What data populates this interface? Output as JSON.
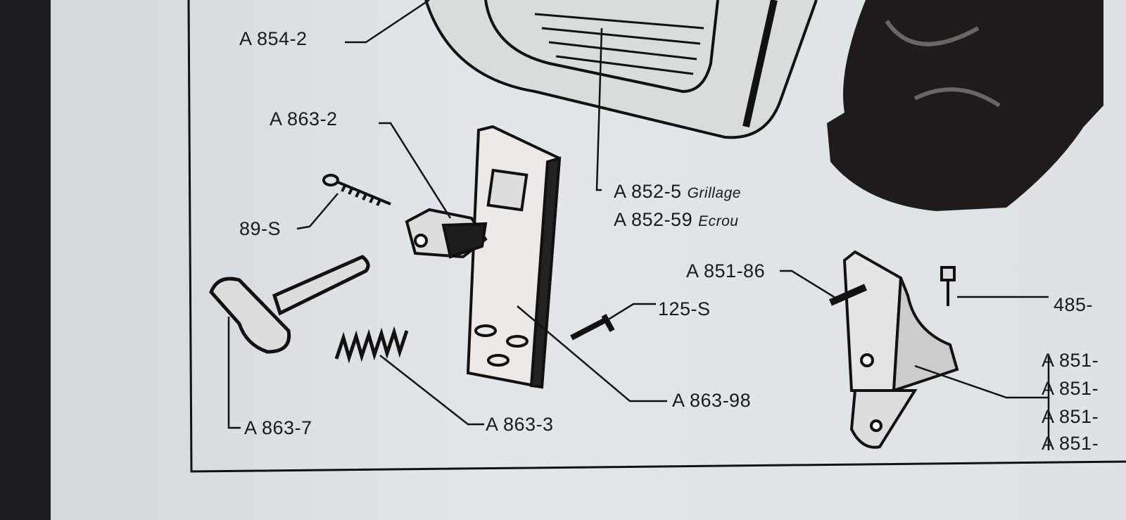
{
  "diagram": {
    "labels": {
      "a854_2": "A 854-2",
      "a863_2": "A 863-2",
      "s89": "89-S",
      "a852_5": "A 852-5",
      "a852_5_name": "Grillage",
      "a852_59": "A 852-59",
      "a852_59_name": "Ecrou",
      "a851_86": "A 851-86",
      "p485": "485-",
      "s125": "125-S",
      "a851_list": [
        "A 851-",
        "A 851-",
        "A 851-",
        "A 851-"
      ],
      "a863_98": "A 863-98",
      "a863_7": "A 863-7",
      "a863_3": "A 863-3"
    }
  }
}
